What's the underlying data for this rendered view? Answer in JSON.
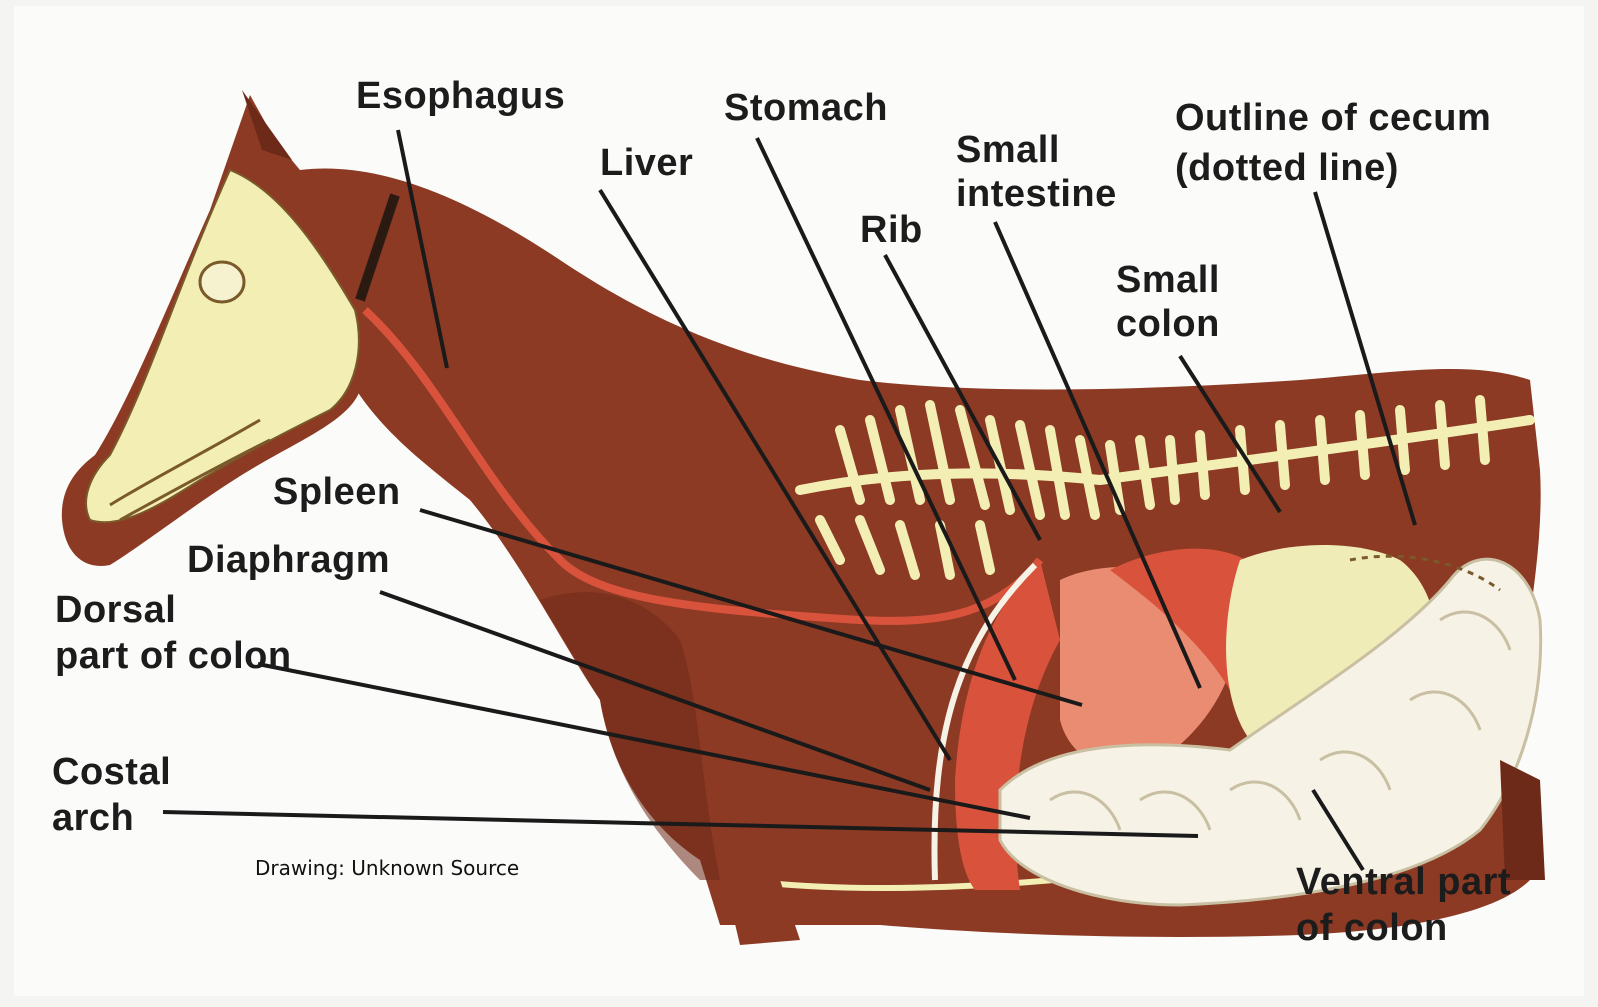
{
  "labels": {
    "esophagus": "Esophagus",
    "stomach": "Stomach",
    "liver": "Liver",
    "small_intestine_1": "Small",
    "small_intestine_2": "intestine",
    "outline_cecum_1": "Outline of cecum",
    "outline_cecum_2": "(dotted line)",
    "rib": "Rib",
    "small_colon_1": "Small",
    "small_colon_2": "colon",
    "spleen": "Spleen",
    "diaphragm": "Diaphragm",
    "dorsal_colon_1": "Dorsal",
    "dorsal_colon_2": "part of colon",
    "costal_arch_1": "Costal",
    "costal_arch_2": "arch",
    "ventral_colon_1": "Ventral part",
    "ventral_colon_2": "of colon"
  },
  "credit": "Drawing: Unknown Source",
  "colors": {
    "body": "#8c3a24",
    "body_dark": "#6e2a18",
    "bone": "#f3efb4",
    "organ_red": "#d9533c",
    "organ_light": "#e98c72",
    "intestine": "#f6f2e6",
    "leader_line": "#1a1a1a"
  }
}
